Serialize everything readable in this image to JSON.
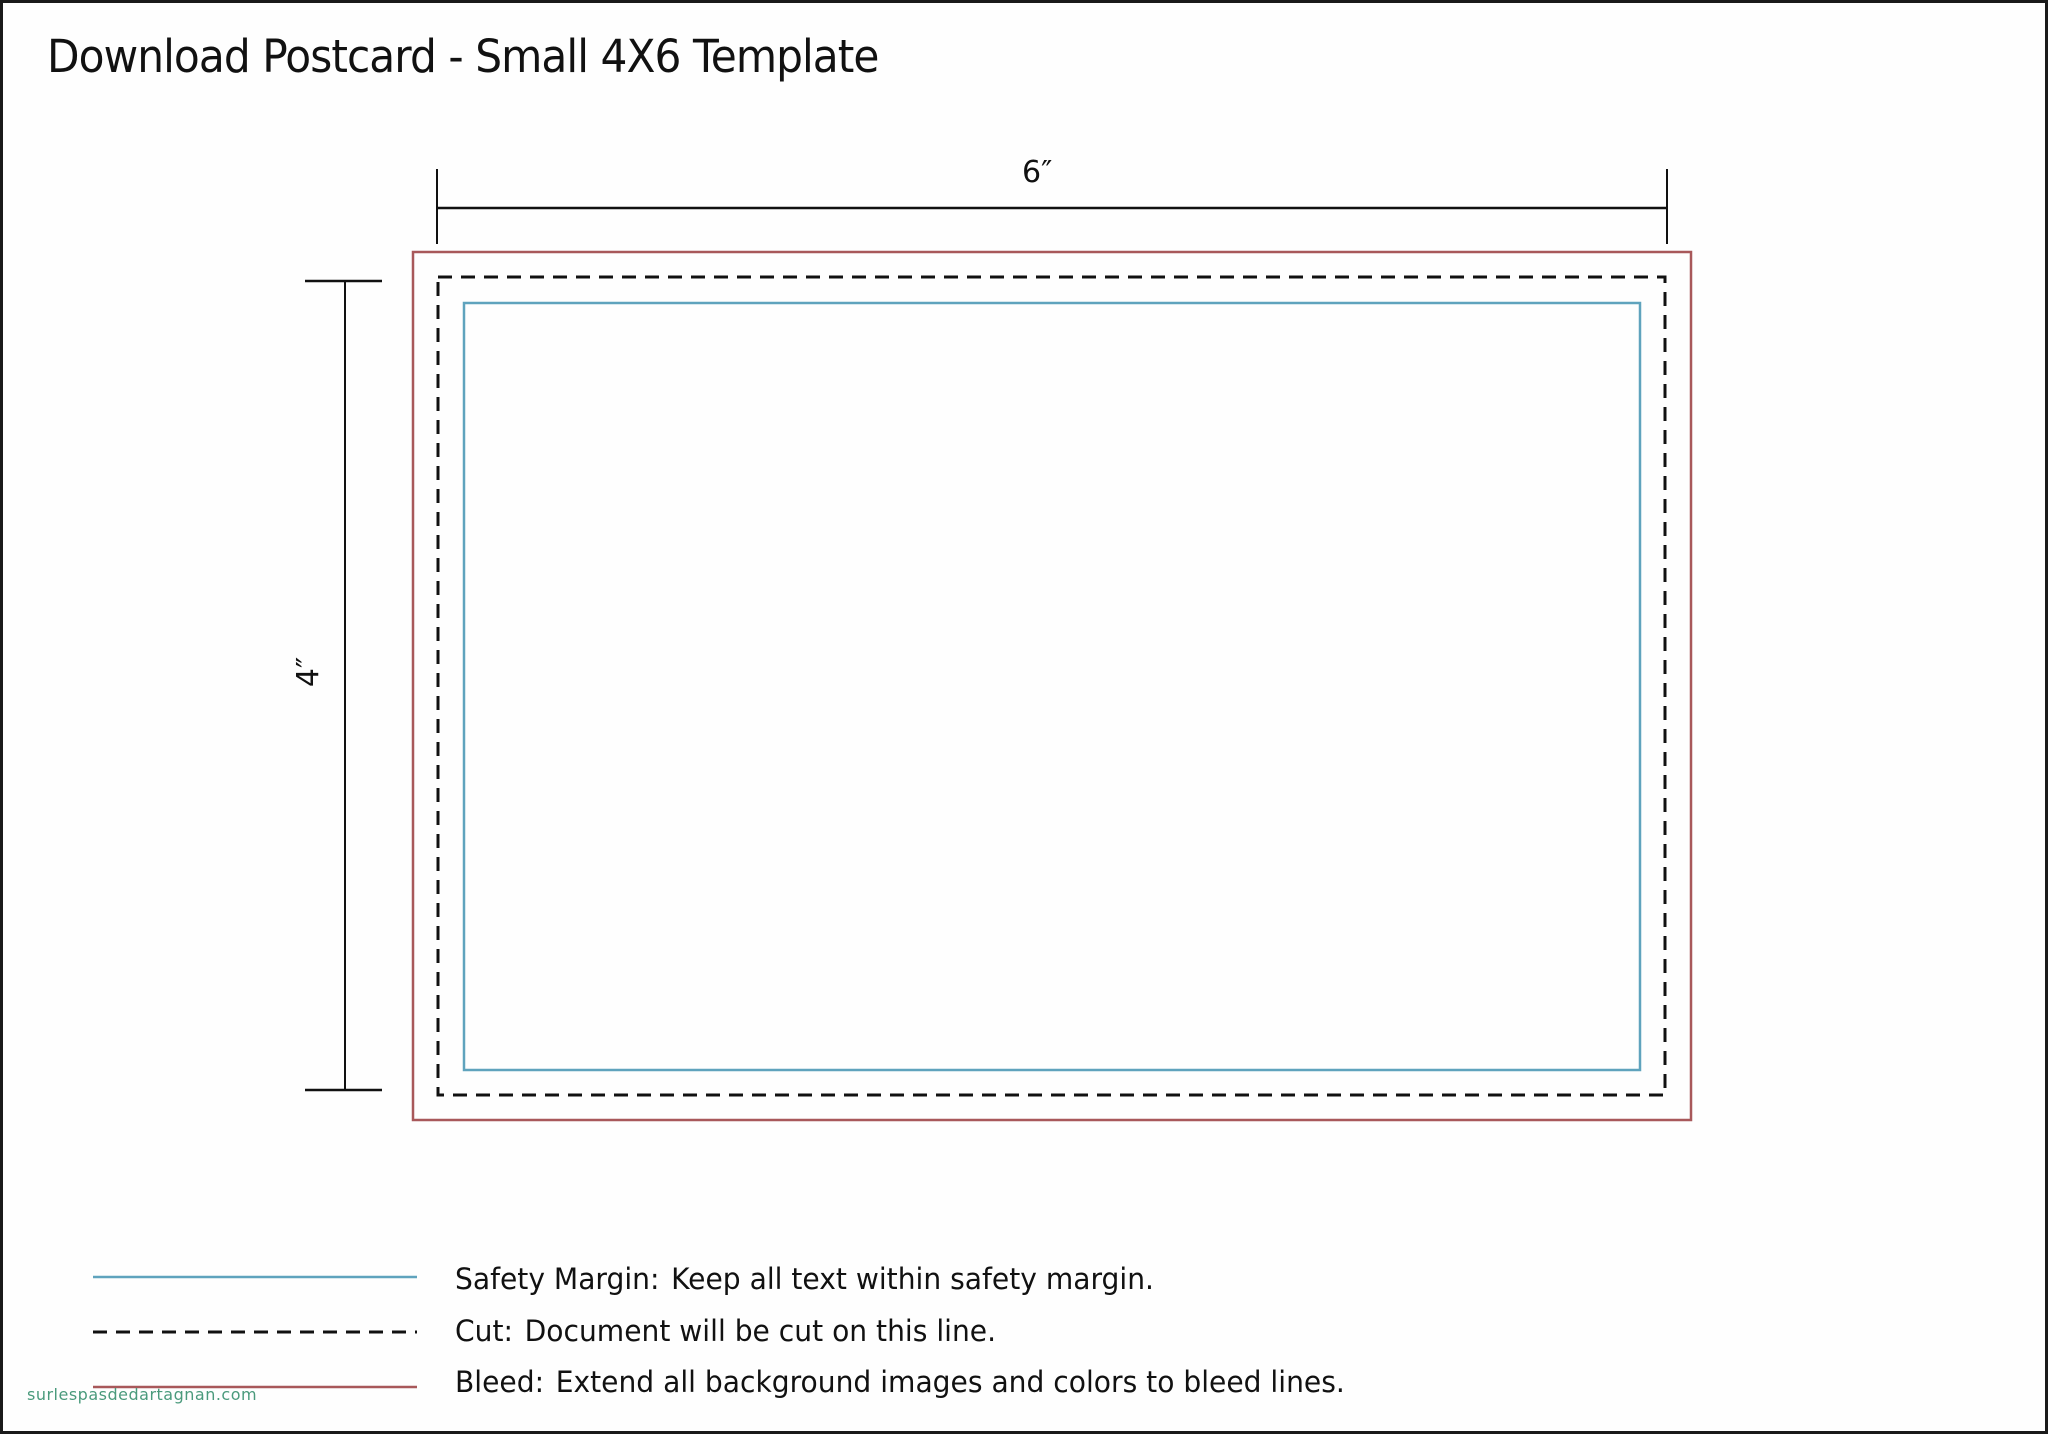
{
  "title": "Download Postcard - Small 4X6 Template",
  "dimensions": {
    "width_label": "6″",
    "height_label": "4″"
  },
  "template": {
    "bleed_color": "#a8585a",
    "cut_color": "#111111",
    "safety_color": "#5fa3bd"
  },
  "legend": [
    {
      "key": "safety",
      "term": "Safety Margin:",
      "description": "Keep all text within safety margin.",
      "line_style": "solid",
      "color": "#5fa3bd"
    },
    {
      "key": "cut",
      "term": "Cut:",
      "description": "Document will be cut on this line.",
      "line_style": "dashed",
      "color": "#111111"
    },
    {
      "key": "bleed",
      "term": "Bleed:",
      "description": "Extend all background images and colors to bleed lines.",
      "line_style": "solid",
      "color": "#a8585a"
    }
  ],
  "watermark": "surlespasdedartagnan.com"
}
